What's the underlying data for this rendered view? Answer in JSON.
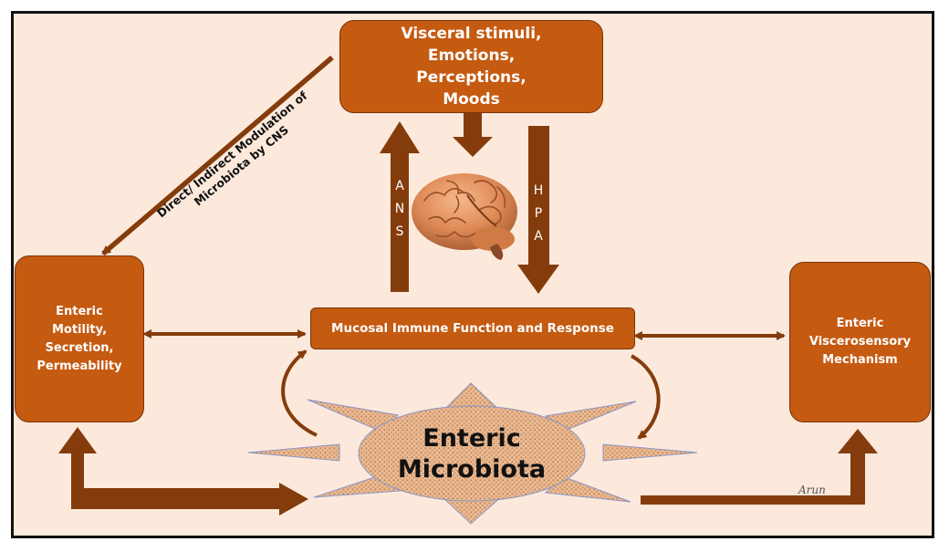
{
  "nodes": {
    "top": "Visceral stimuli,\nEmotions,\nPerceptions,\nMoods",
    "left": "Enteric\nMotility,\nSecretion,\nPermeability",
    "right": "Enteric\nViscerosensory\nMechanism",
    "middle": "Mucosal Immune Function and Response",
    "center_line1": "Enteric",
    "center_line2": "Microbiota"
  },
  "edges": {
    "ans_letters": [
      "A",
      "N",
      "S"
    ],
    "hpa_letters": [
      "H",
      "P",
      "A"
    ],
    "cns_line1": "Direct/ Indirect Modulation of",
    "cns_line2": "Microbiota by CNS"
  },
  "signature": "Arun",
  "colors": {
    "box_fill": "#c55a11",
    "arrow_fill": "#843c0c",
    "background": "#fce9dc",
    "text_on_box": "#ffffff"
  },
  "icons": [
    "brain-icon"
  ]
}
